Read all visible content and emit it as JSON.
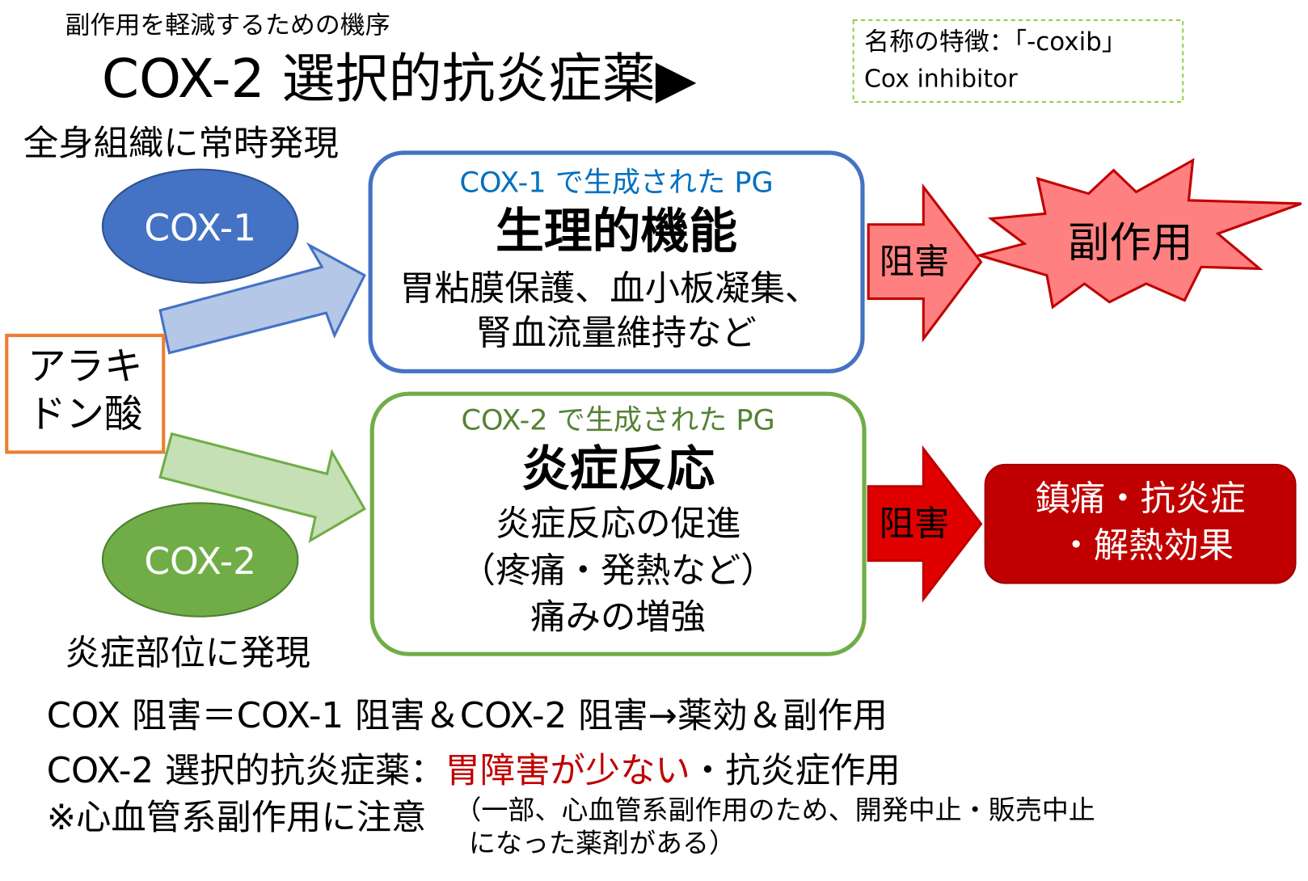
{
  "header": {
    "subtitle": "副作用を軽減するための機序",
    "title": "COX-2 選択的抗炎症薬▶"
  },
  "naming_box": {
    "line1": "名称の特徴：「-coxib」",
    "line2": "Cox inhibitor"
  },
  "cox1": {
    "expression": "全身組織に常時発現",
    "enzyme": "COX-1",
    "box_caption": "COX-1 で生成された PG",
    "box_title": "生理的機能",
    "box_line1": "胃粘膜保護、血小板凝集、",
    "box_line2": "腎血流量維持など",
    "inhibit_label": "阻害",
    "result": "副作用"
  },
  "substrate": {
    "line1": "アラキ",
    "line2": "ドン酸"
  },
  "cox2": {
    "expression": "炎症部位に発現",
    "enzyme": "COX-2",
    "box_caption": "COX-2 で生成された PG",
    "box_title": "炎症反応",
    "box_line1": "炎症反応の促進",
    "box_line2": "（疼痛・発熱など）",
    "box_line3": "痛みの増強",
    "inhibit_label": "阻害",
    "result_line1": "鎮痛・抗炎症",
    "result_line2": "・解熱効果"
  },
  "notes": {
    "line1": "COX 阻害＝COX-1 阻害＆COX-2 阻害→薬効＆副作用",
    "line2_prefix": "COX-2 選択的抗炎症薬：",
    "line2_highlight": "胃障害が少ない",
    "line2_suffix": "・抗炎症作用",
    "line3": "※心血管系副作用に注意",
    "line3_aside1": "（一部、心血管系副作用のため、開発中止・販売中止",
    "line3_aside2": "になった薬剤がある）"
  },
  "colors": {
    "cox1_blue": "#4472C4",
    "cox1_text": "#0070C0",
    "cox2_green": "#70AD47",
    "cox2_text": "#548235",
    "orange": "#ED7D31",
    "red": "#C00000",
    "pink": "#FF8080"
  }
}
